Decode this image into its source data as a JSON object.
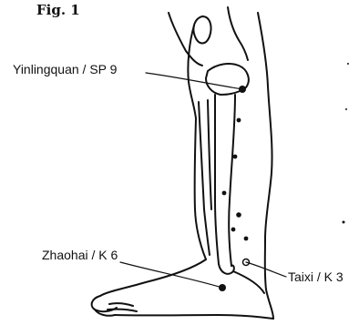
{
  "figure": {
    "title": "Fig. 1"
  },
  "points": [
    {
      "label": "Yinlingquan / SP 9"
    },
    {
      "label": "Zhaohai / K 6"
    },
    {
      "label": "Taixi / K 3"
    }
  ],
  "colors": {
    "ink": "#111111",
    "background": "#ffffff"
  }
}
